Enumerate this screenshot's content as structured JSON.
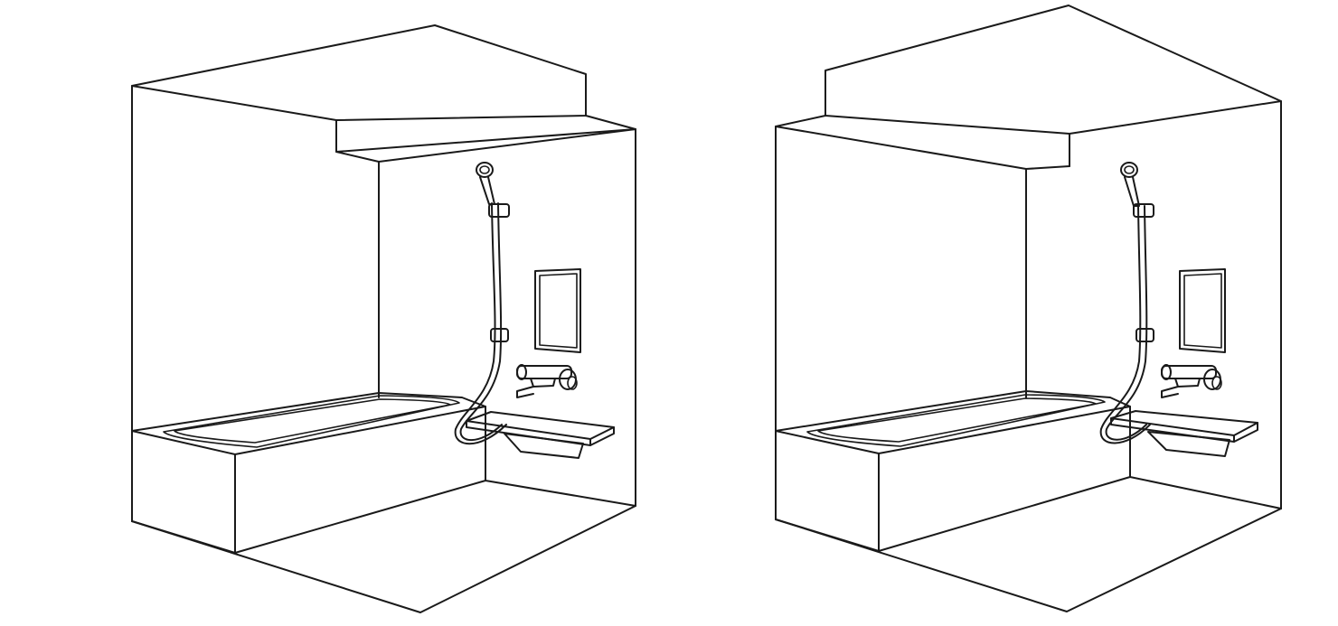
{
  "figure": {
    "panel_count": 2,
    "panels": [
      {
        "id": "left",
        "ceiling_step": "near-side",
        "fixtures": [
          "bathtub",
          "shower-head",
          "slide-bar",
          "shower-hose",
          "mirror",
          "mixer-faucet",
          "counter-shelf"
        ]
      },
      {
        "id": "right",
        "ceiling_step": "far-side",
        "fixtures": [
          "bathtub",
          "shower-head",
          "slide-bar",
          "shower-hose",
          "mirror",
          "mixer-faucet",
          "counter-shelf"
        ]
      }
    ]
  },
  "colors": {
    "background": "#ffffff",
    "line": "#1a1a1a"
  }
}
